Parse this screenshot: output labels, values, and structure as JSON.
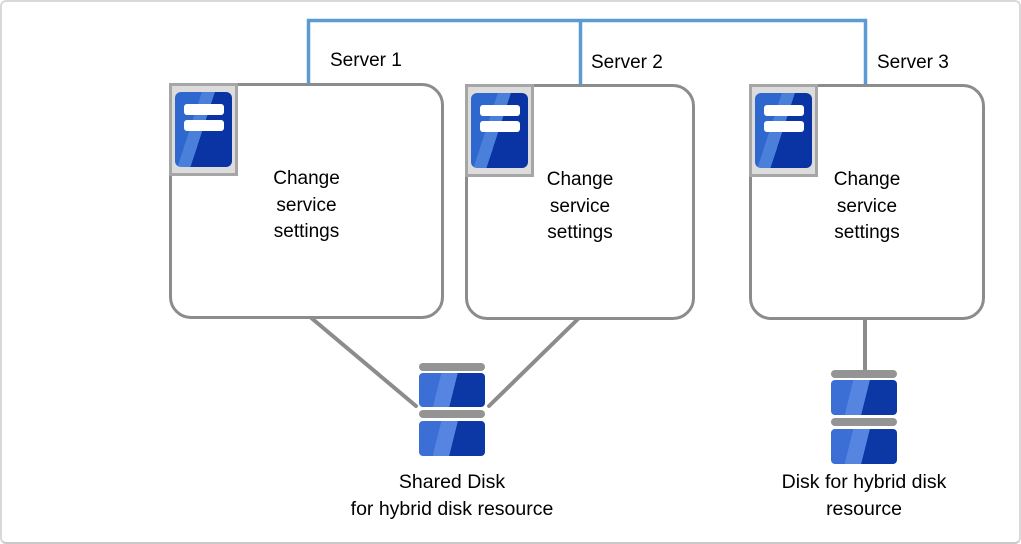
{
  "diagram": {
    "title_hint": "hybrid disk resource configuration",
    "servers": [
      {
        "label": "Server 1",
        "task": "Change service settings"
      },
      {
        "label": "Server 2",
        "task": "Change service settings"
      },
      {
        "label": "Server 3",
        "task": "Change service settings"
      }
    ],
    "disks": [
      {
        "id": "shared-disk",
        "label_line1": "Shared Disk",
        "label_line2": "for hybrid disk resource",
        "connected_servers": [
          "Server 1",
          "Server 2"
        ]
      },
      {
        "id": "hybrid-disk",
        "label_line1": "Disk for hybrid disk",
        "label_line2": "resource",
        "connected_servers": [
          "Server 3"
        ]
      }
    ],
    "connections": [
      {
        "type": "network-interconnect",
        "between": [
          "Server 1",
          "Server 2",
          "Server 3"
        ],
        "color": "#5b9bd5"
      },
      {
        "type": "disk-link",
        "from": "Server 1",
        "to": "shared-disk",
        "color": "#8c8c8c"
      },
      {
        "type": "disk-link",
        "from": "Server 2",
        "to": "shared-disk",
        "color": "#8c8c8c"
      },
      {
        "type": "disk-link",
        "from": "Server 3",
        "to": "hybrid-disk",
        "color": "#8c8c8c"
      }
    ],
    "colors": {
      "interconnect_blue": "#5b9bd5",
      "link_gray": "#8c8c8c",
      "box_border_gray": "#8c8c8c",
      "icon_frame_border": "#a6a6a6",
      "icon_frame_fill": "#dcdcdc",
      "icon_blue_light": "#2e68cf",
      "icon_blue_dark": "#0a34a4",
      "disk_blue_light": "#3b6fd6",
      "disk_blue_dark": "#0c38a6",
      "disk_bar_gray": "#949494",
      "text": "#000000",
      "background": "#ffffff"
    }
  }
}
